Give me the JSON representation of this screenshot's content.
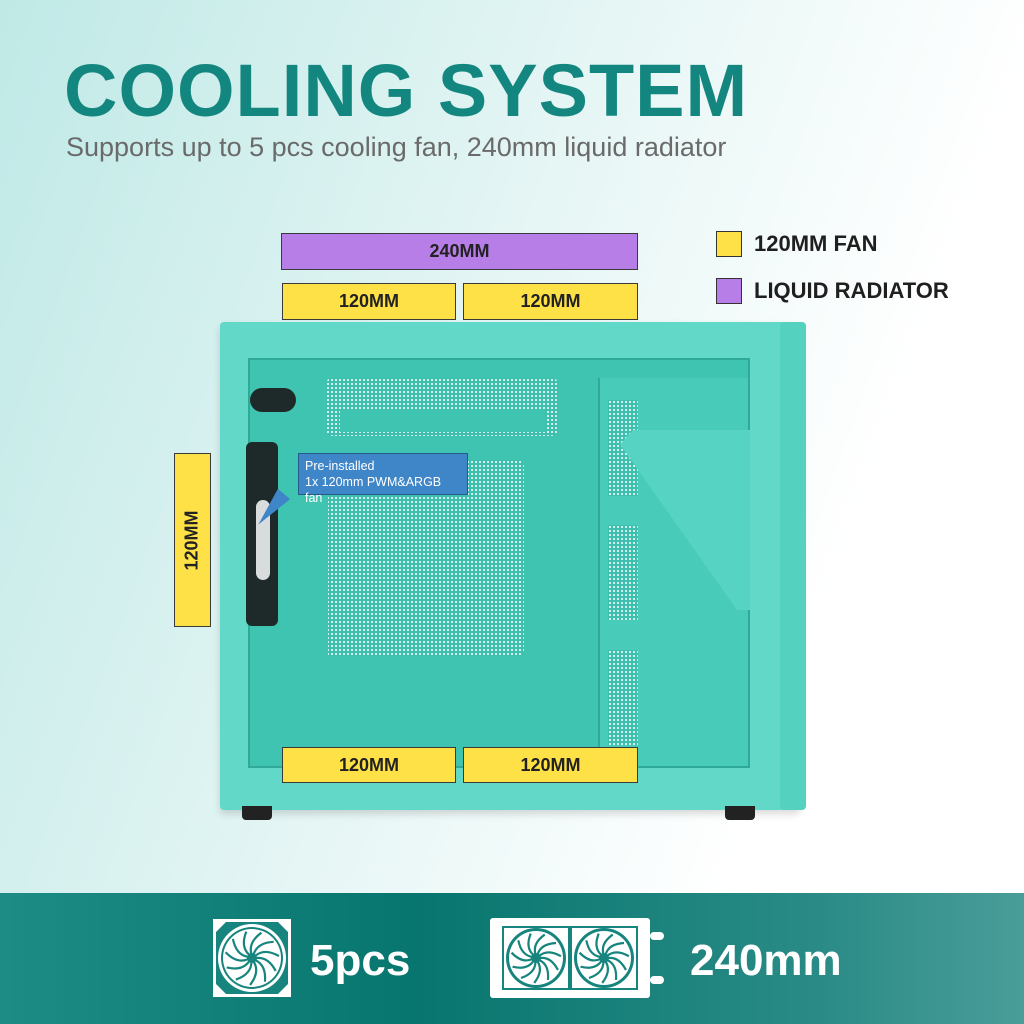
{
  "header": {
    "title": "COOLING SYSTEM",
    "subtitle": "Supports up to 5 pcs cooling fan, 240mm liquid radiator"
  },
  "legend": [
    {
      "label": "120MM FAN",
      "color": "#fde147"
    },
    {
      "label": "LIQUID RADIATOR",
      "color": "#b77ee8"
    }
  ],
  "top": {
    "radiator": "240MM",
    "fan_left": "120MM",
    "fan_right": "120MM"
  },
  "side": {
    "fan": "120MM"
  },
  "bottom": {
    "fan_left": "120MM",
    "fan_right": "120MM"
  },
  "callout": {
    "line1": "Pre-installed",
    "line2": "1x 120mm PWM&ARGB fan"
  },
  "band": {
    "fans": "5pcs",
    "radiator": "240mm"
  }
}
